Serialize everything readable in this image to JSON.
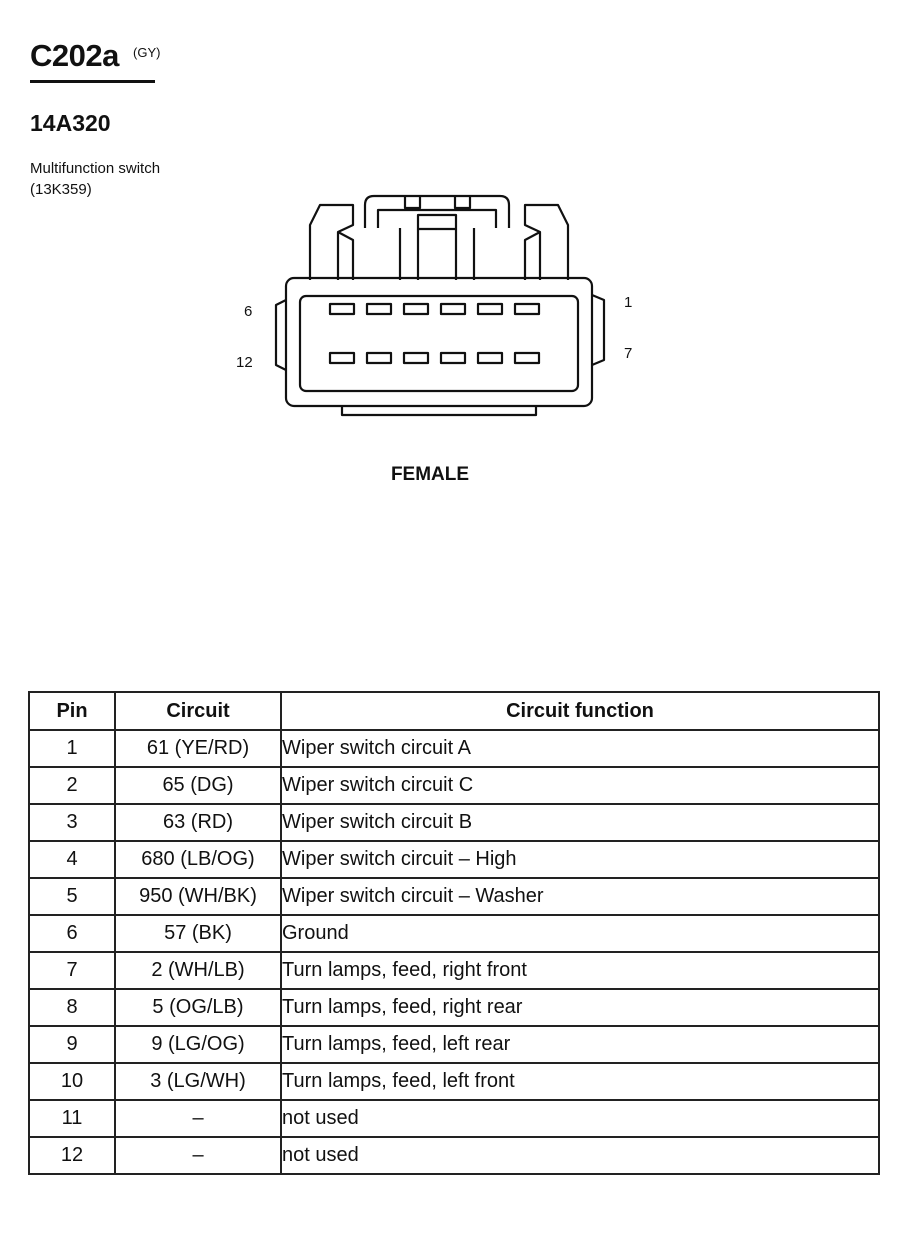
{
  "header": {
    "connector_id": "C202a",
    "connector_color": "(GY)",
    "part_number": "14A320",
    "component_name": "Multifunction switch",
    "component_code": "(13K359)"
  },
  "diagram": {
    "pin_labels": {
      "top_left": "6",
      "bottom_left": "12",
      "top_right": "1",
      "bottom_right": "7"
    },
    "gender": "FEMALE"
  },
  "table": {
    "headers": {
      "pin": "Pin",
      "circuit": "Circuit",
      "function": "Circuit function"
    },
    "rows": [
      {
        "pin": "1",
        "circuit": "61 (YE/RD)",
        "function": "Wiper switch circuit A"
      },
      {
        "pin": "2",
        "circuit": "65 (DG)",
        "function": "Wiper switch circuit C"
      },
      {
        "pin": "3",
        "circuit": "63 (RD)",
        "function": "Wiper switch circuit B"
      },
      {
        "pin": "4",
        "circuit": "680 (LB/OG)",
        "function": "Wiper switch circuit – High"
      },
      {
        "pin": "5",
        "circuit": "950 (WH/BK)",
        "function": "Wiper switch circuit – Washer"
      },
      {
        "pin": "6",
        "circuit": "57 (BK)",
        "function": "Ground"
      },
      {
        "pin": "7",
        "circuit": "2 (WH/LB)",
        "function": "Turn lamps, feed, right front"
      },
      {
        "pin": "8",
        "circuit": "5 (OG/LB)",
        "function": "Turn lamps, feed, right rear"
      },
      {
        "pin": "9",
        "circuit": "9 (LG/OG)",
        "function": "Turn lamps, feed, left rear"
      },
      {
        "pin": "10",
        "circuit": "3 (LG/WH)",
        "function": "Turn lamps, feed, left front"
      },
      {
        "pin": "11",
        "circuit": "–",
        "function": "not used"
      },
      {
        "pin": "12",
        "circuit": "–",
        "function": "not used"
      }
    ]
  }
}
